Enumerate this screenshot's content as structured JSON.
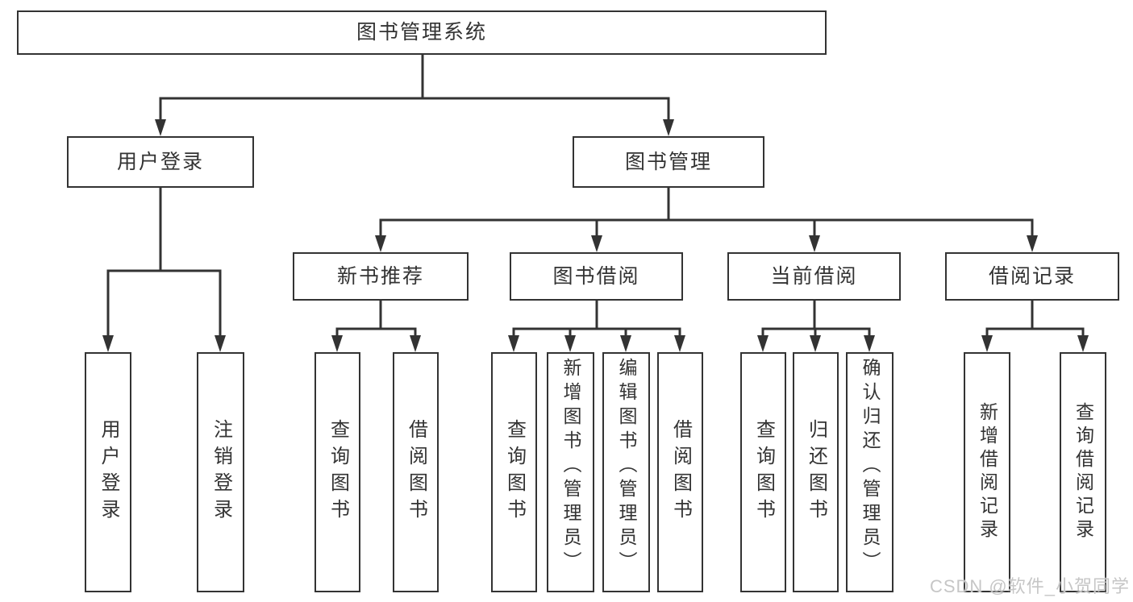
{
  "tree": {
    "root": {
      "label": "图书管理系统"
    },
    "branches": [
      {
        "label": "用户登录",
        "children": [
          {
            "label": "用户登录"
          },
          {
            "label": "注销登录"
          }
        ]
      },
      {
        "label": "图书管理",
        "groups": [
          {
            "label": "新书推荐",
            "children": [
              {
                "label": "查询图书"
              },
              {
                "label": "借阅图书"
              }
            ]
          },
          {
            "label": "图书借阅",
            "children": [
              {
                "label": "查询图书"
              },
              {
                "label": "新增图书（管理员）"
              },
              {
                "label": "编辑图书（管理员）"
              },
              {
                "label": "借阅图书"
              }
            ]
          },
          {
            "label": "当前借阅",
            "children": [
              {
                "label": "查询图书"
              },
              {
                "label": "归还图书"
              },
              {
                "label": "确认归还（管理员）"
              }
            ]
          },
          {
            "label": "借阅记录",
            "children": [
              {
                "label": "新增借阅记录"
              },
              {
                "label": "查询借阅记录"
              }
            ]
          }
        ]
      }
    ]
  },
  "style": {
    "line_color": "#333333",
    "box_border_color": "#333333",
    "text_color": "#333333"
  },
  "watermark": {
    "text": "CSDN @软件_小贺同学",
    "color": "#c6c6c6"
  }
}
